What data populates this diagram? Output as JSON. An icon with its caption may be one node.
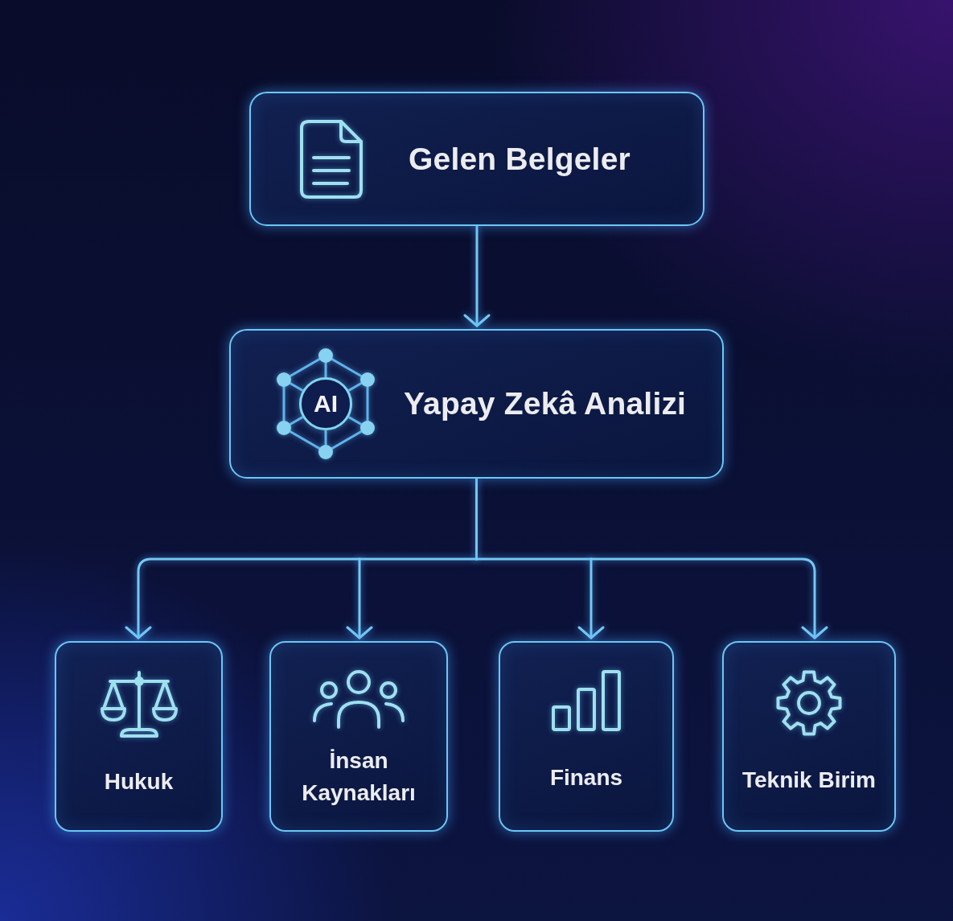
{
  "diagram": {
    "nodes": [
      {
        "text": [
          "Gelen Belgeler"
        ]
      },
      {
        "text": [
          "AI",
          "Yapay Zekâ Analizi"
        ]
      },
      {
        "text": [
          "Hukuk"
        ]
      },
      {
        "text": [
          "İnsan Kaynakları"
        ]
      },
      {
        "text": [
          "Finans"
        ]
      },
      {
        "text": [
          "Teknik Birim"
        ]
      }
    ],
    "edges": [
      {
        "from": 0,
        "to": 1,
        "arrow": "to"
      },
      {
        "from": 1,
        "to": 2,
        "arrow": "to"
      },
      {
        "from": 1,
        "to": 3,
        "arrow": "to"
      },
      {
        "from": 1,
        "to": 4,
        "arrow": "to"
      },
      {
        "from": 1,
        "to": 5,
        "arrow": "to"
      }
    ]
  }
}
